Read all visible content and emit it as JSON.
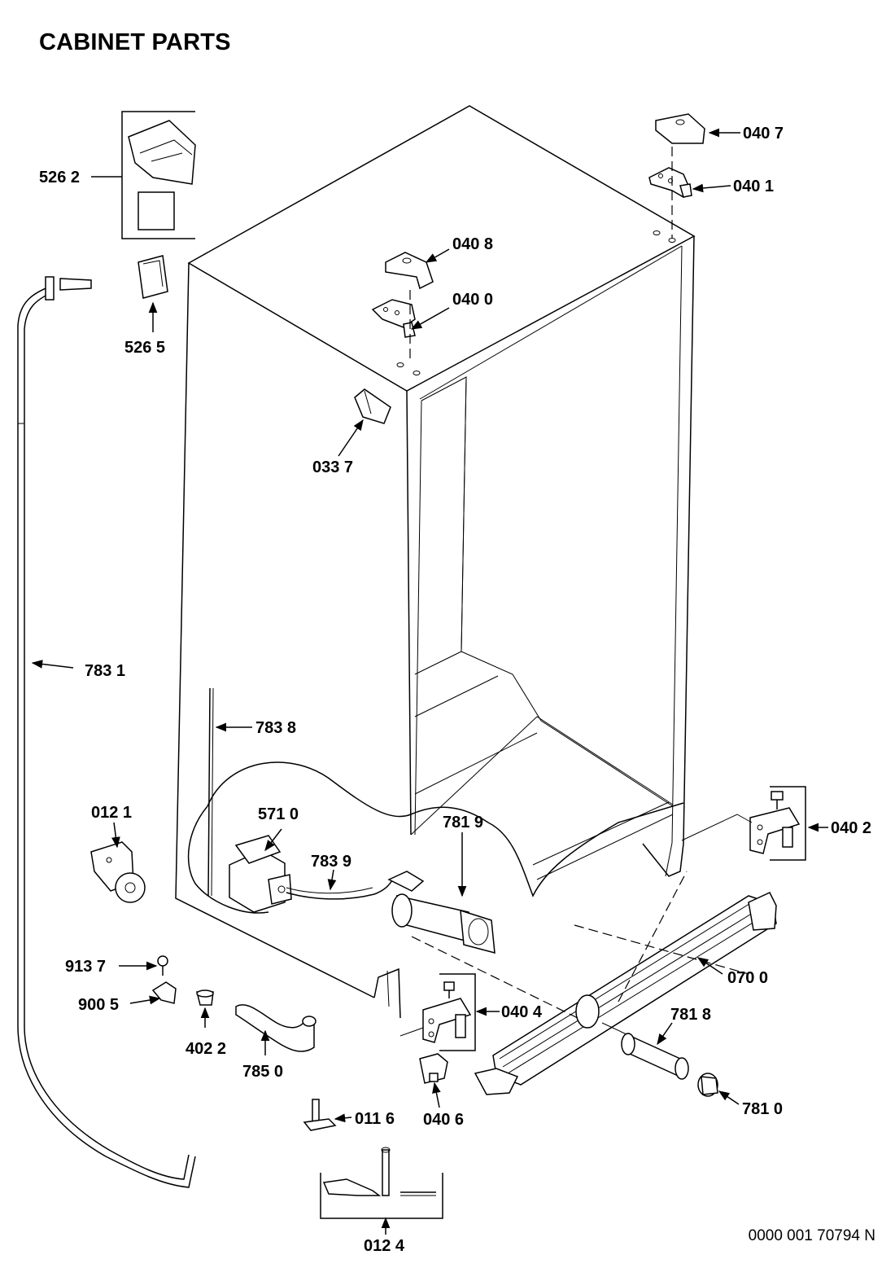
{
  "title": "CABINET PARTS",
  "document_number": "0000 001 70794 N",
  "callouts": [
    {
      "id": "c5262",
      "text": "526 2"
    },
    {
      "id": "c5265",
      "text": "526 5"
    },
    {
      "id": "c0407",
      "text": "040 7"
    },
    {
      "id": "c0401",
      "text": "040 1"
    },
    {
      "id": "c0408",
      "text": "040 8"
    },
    {
      "id": "c0400",
      "text": "040 0"
    },
    {
      "id": "c0337",
      "text": "033 7"
    },
    {
      "id": "c7831",
      "text": "783 1"
    },
    {
      "id": "c7838",
      "text": "783 8"
    },
    {
      "id": "c0121",
      "text": "012 1"
    },
    {
      "id": "c5710",
      "text": "571 0"
    },
    {
      "id": "c7819",
      "text": "781 9"
    },
    {
      "id": "c7839",
      "text": "783 9"
    },
    {
      "id": "c0402",
      "text": "040 2"
    },
    {
      "id": "c9137",
      "text": "913 7"
    },
    {
      "id": "c9005",
      "text": "900 5"
    },
    {
      "id": "c4022",
      "text": "402 2"
    },
    {
      "id": "c7850",
      "text": "785 0"
    },
    {
      "id": "c0404",
      "text": "040 4"
    },
    {
      "id": "c0700",
      "text": "070 0"
    },
    {
      "id": "c7818",
      "text": "781 8"
    },
    {
      "id": "c0406",
      "text": "040 6"
    },
    {
      "id": "c0116",
      "text": "011 6"
    },
    {
      "id": "c7810",
      "text": "781 0"
    },
    {
      "id": "c0124",
      "text": "012 4"
    }
  ]
}
